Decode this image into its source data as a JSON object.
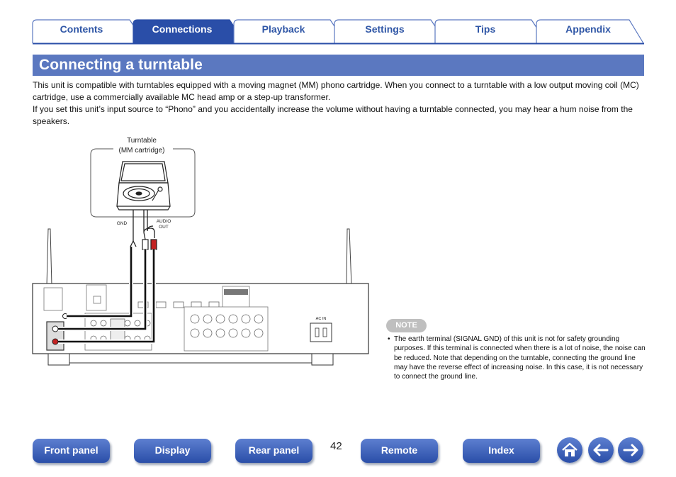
{
  "tabs": [
    {
      "label": "Contents",
      "active": false
    },
    {
      "label": "Connections",
      "active": true
    },
    {
      "label": "Playback",
      "active": false
    },
    {
      "label": "Settings",
      "active": false
    },
    {
      "label": "Tips",
      "active": false
    },
    {
      "label": "Appendix",
      "active": false
    }
  ],
  "page_title": "Connecting a turntable",
  "paragraphs": [
    "This unit is compatible with turntables equipped with a moving magnet (MM) phono cartridge. When you connect to a turntable with a low output moving coil (MC) cartridge, use a commercially available MC head amp or a step-up transformer.",
    "If you set this unit’s input source to “Phono” and you accidentally increase the volume without having a turntable connected, you may hear a hum noise from the speakers."
  ],
  "diagram": {
    "turntable_label_line1": "Turntable",
    "turntable_label_line2": "(MM cartridge)",
    "gnd_label": "GND",
    "audio_out_line1": "AUDIO",
    "audio_out_line2": "OUT",
    "ac_in_label": "AC IN"
  },
  "note": {
    "badge": "NOTE",
    "text": "The earth terminal (SIGNAL GND) of this unit is not for safety grounding purposes. If this terminal is connected when there is a lot of noise, the noise can be reduced. Note that depending on the turntable, connecting the ground line may have the reverse effect of increasing noise. In this case, it is not necessary to connect the ground line."
  },
  "bottom_nav": {
    "front_panel": "Front panel",
    "display": "Display",
    "rear_panel": "Rear panel",
    "page_number": "42",
    "remote": "Remote",
    "index": "Index"
  },
  "icons": {
    "home": "home-icon",
    "back": "arrow-left-icon",
    "forward": "arrow-right-icon"
  },
  "colors": {
    "accent": "#2f56a6",
    "title_bar": "#5b78c0",
    "active_tab": "#2a4ea8",
    "note_badge": "#bfbfbf"
  }
}
